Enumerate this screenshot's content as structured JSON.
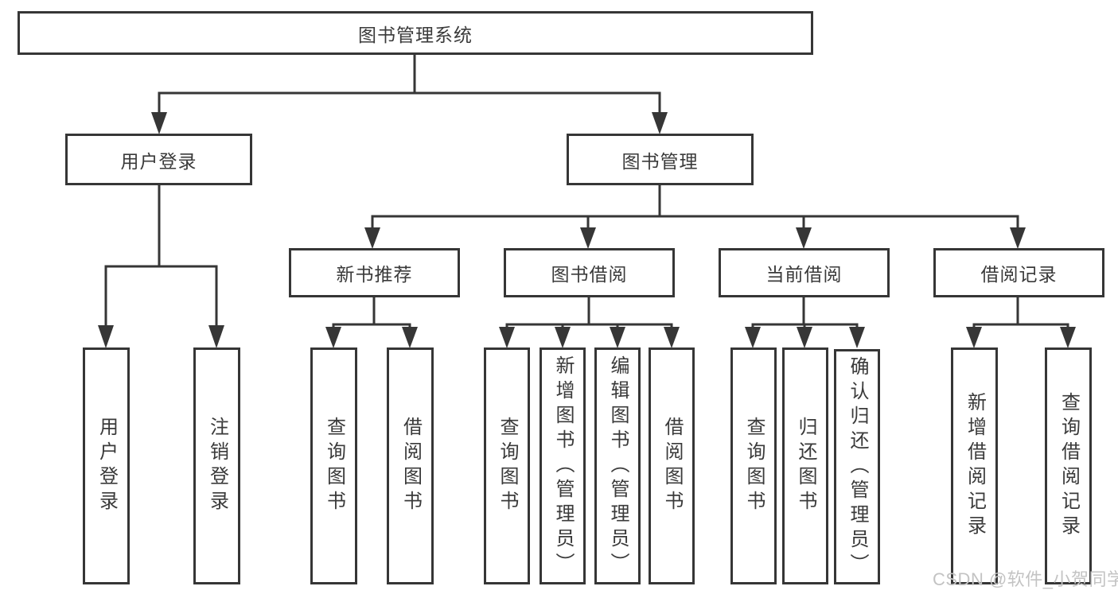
{
  "tree": {
    "root": {
      "label": "图书管理系统"
    },
    "branches": [
      {
        "label": "用户登录",
        "children": [
          {
            "label": "用户登录"
          },
          {
            "label": "注销登录"
          }
        ]
      },
      {
        "label": "图书管理",
        "children": [
          {
            "label": "新书推荐",
            "children": [
              {
                "label": "查询图书"
              },
              {
                "label": "借阅图书"
              }
            ]
          },
          {
            "label": "图书借阅",
            "children": [
              {
                "label": "查询图书"
              },
              {
                "label": "新增图书（管理员）"
              },
              {
                "label": "编辑图书（管理员）"
              },
              {
                "label": "借阅图书"
              }
            ]
          },
          {
            "label": "当前借阅",
            "children": [
              {
                "label": "查询图书"
              },
              {
                "label": "归还图书"
              },
              {
                "label": "确认归还（管理员）"
              }
            ]
          },
          {
            "label": "借阅记录",
            "children": [
              {
                "label": "新增借阅记录"
              },
              {
                "label": "查询借阅记录"
              }
            ]
          }
        ]
      }
    ]
  },
  "watermark": {
    "text": "CSDN @软件_小贺同学"
  },
  "colors": {
    "line": "#363636",
    "text": "#3a3a3a",
    "watermark": "#c3c3c3",
    "background": "#ffffff"
  }
}
